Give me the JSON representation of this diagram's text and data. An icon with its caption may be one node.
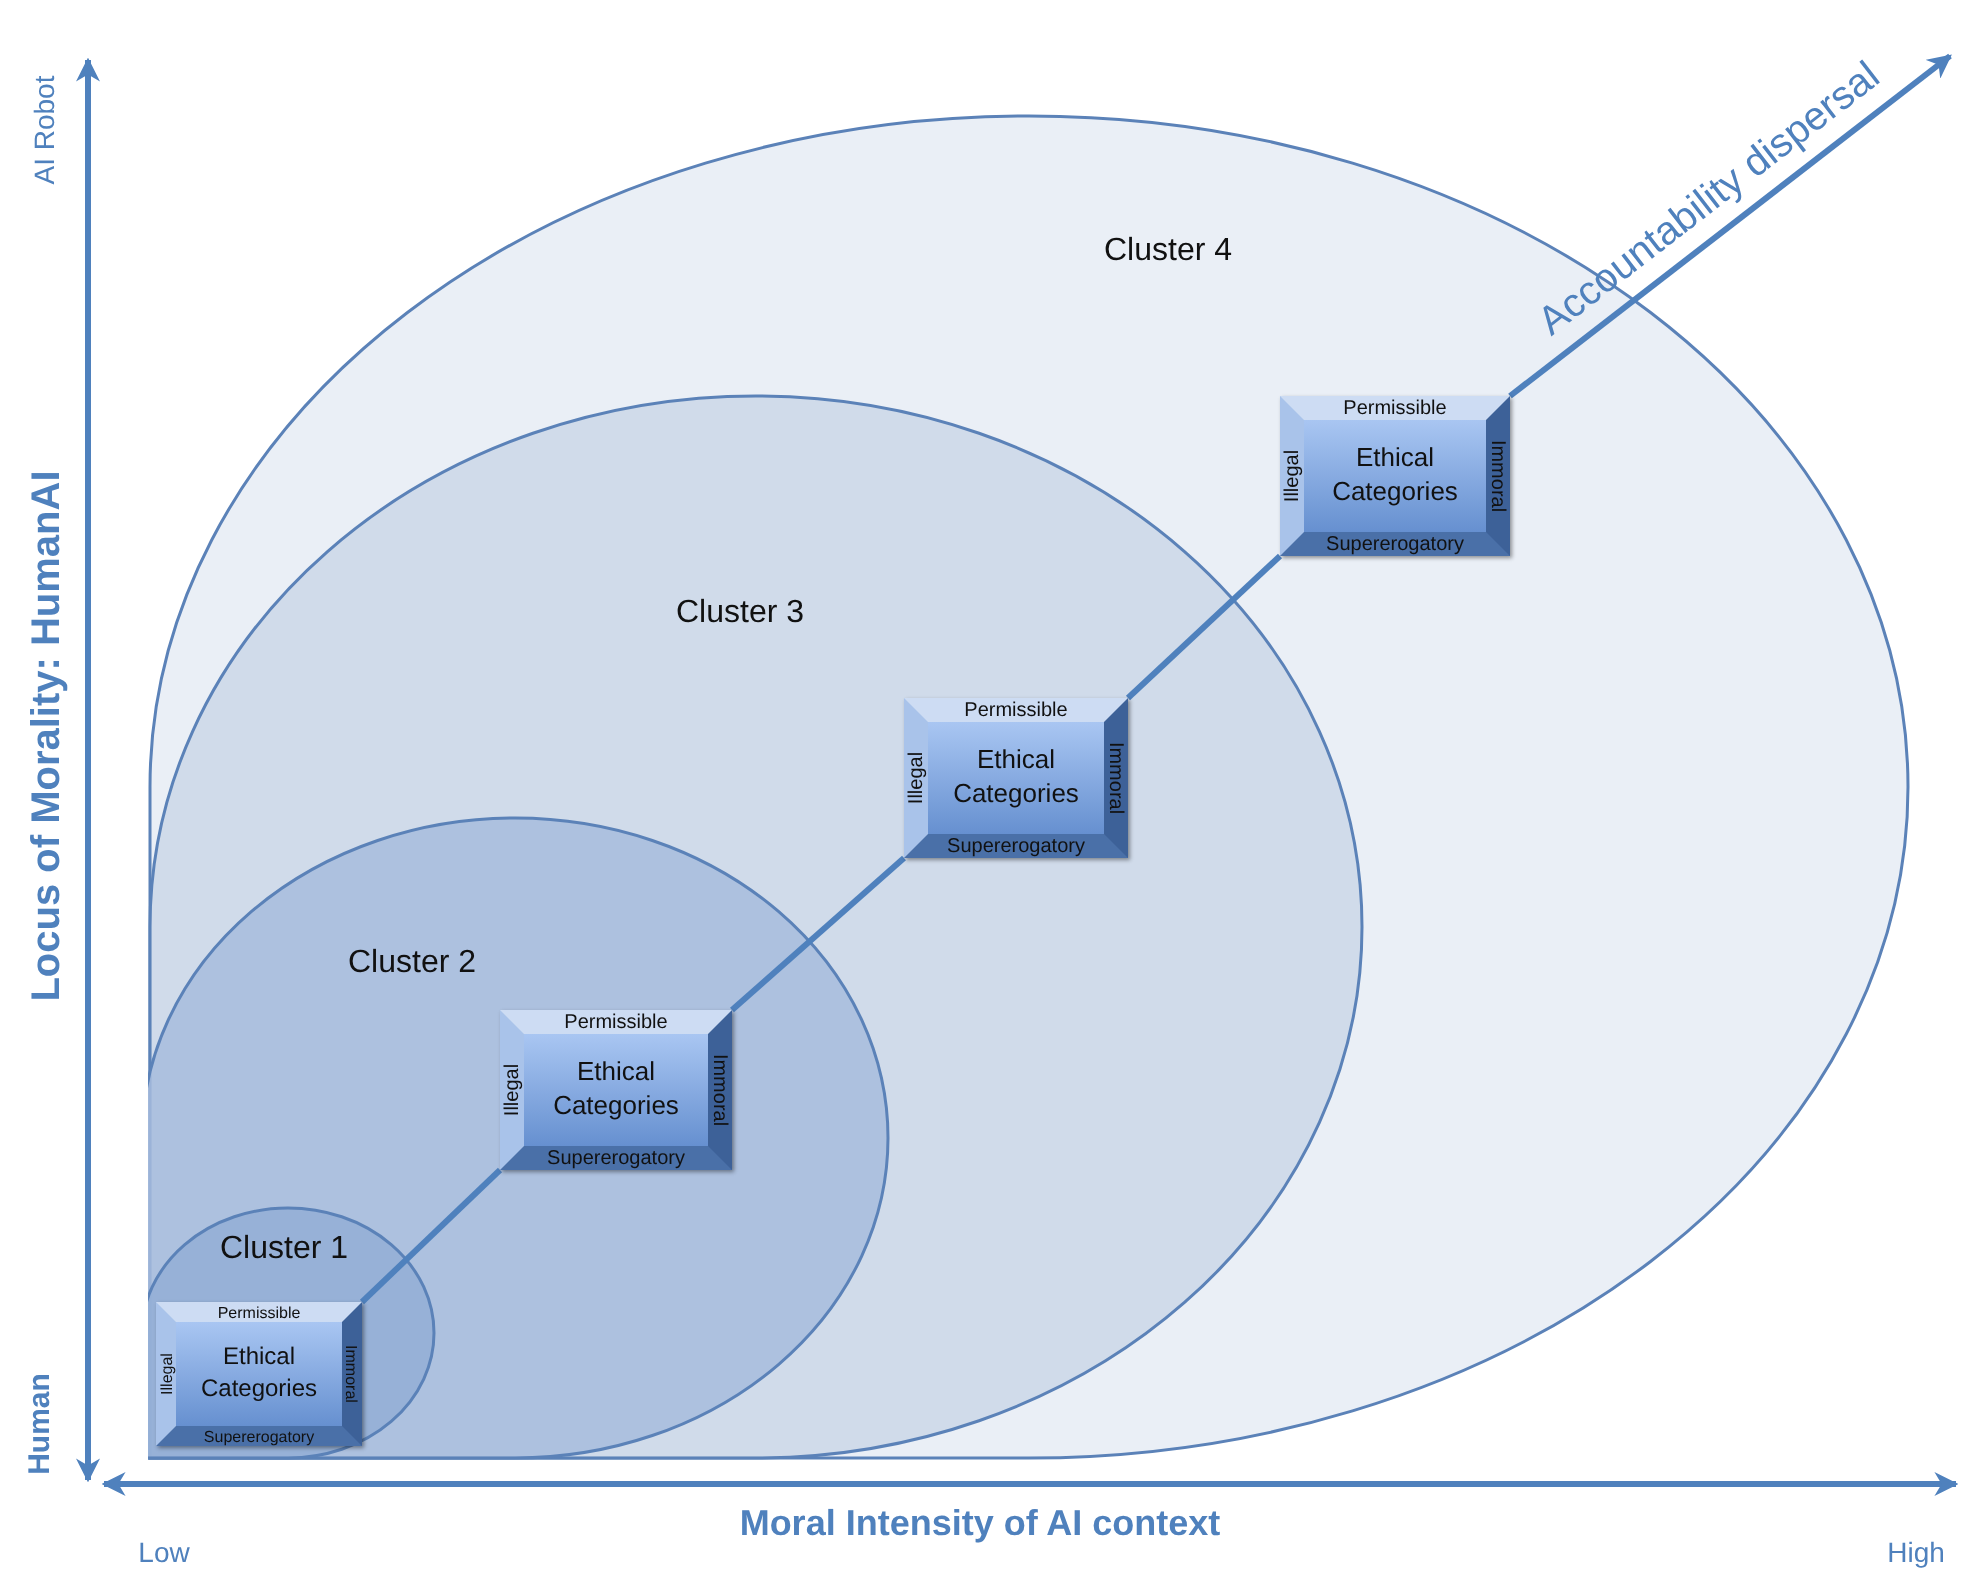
{
  "diagram": {
    "nodes": [
      {
        "text": [
          "Cluster 4"
        ]
      },
      {
        "text": [
          "Permissible",
          "Illegal",
          "Ethical Categories",
          "Immoral",
          "Supererogatory"
        ],
        "in": 0
      },
      {
        "text": [
          "Cluster 3"
        ],
        "in": 0
      },
      {
        "text": [
          "Permissible",
          "Illegal",
          "Ethical Categories",
          "Immoral",
          "Supererogatory"
        ],
        "in": 2
      },
      {
        "text": [
          "Cluster 2"
        ],
        "in": 2
      },
      {
        "text": [
          "Permissible",
          "Illegal",
          "Ethical Categories",
          "Immoral",
          "Supererogatory"
        ],
        "in": 4
      },
      {
        "text": [
          "Cluster 1"
        ],
        "in": 4
      },
      {
        "text": [
          "Permissible",
          "Illegal",
          "Ethical Categories",
          "Immoral",
          "Supererogatory"
        ],
        "in": 6
      }
    ],
    "edges": [
      {
        "from": 7,
        "to": 5,
        "arrow": "none"
      },
      {
        "from": 5,
        "to": 3,
        "arrow": "none"
      },
      {
        "from": 3,
        "to": 1,
        "arrow": "none"
      },
      {
        "from": 1,
        "to": null,
        "arrow": "to",
        "label": "Accountability dispersal"
      }
    ],
    "labels": [
      "AI Robot",
      "Locus of Morality: HumanAI",
      "Human",
      "Moral Intensity of AI context",
      "Low",
      "High"
    ]
  }
}
